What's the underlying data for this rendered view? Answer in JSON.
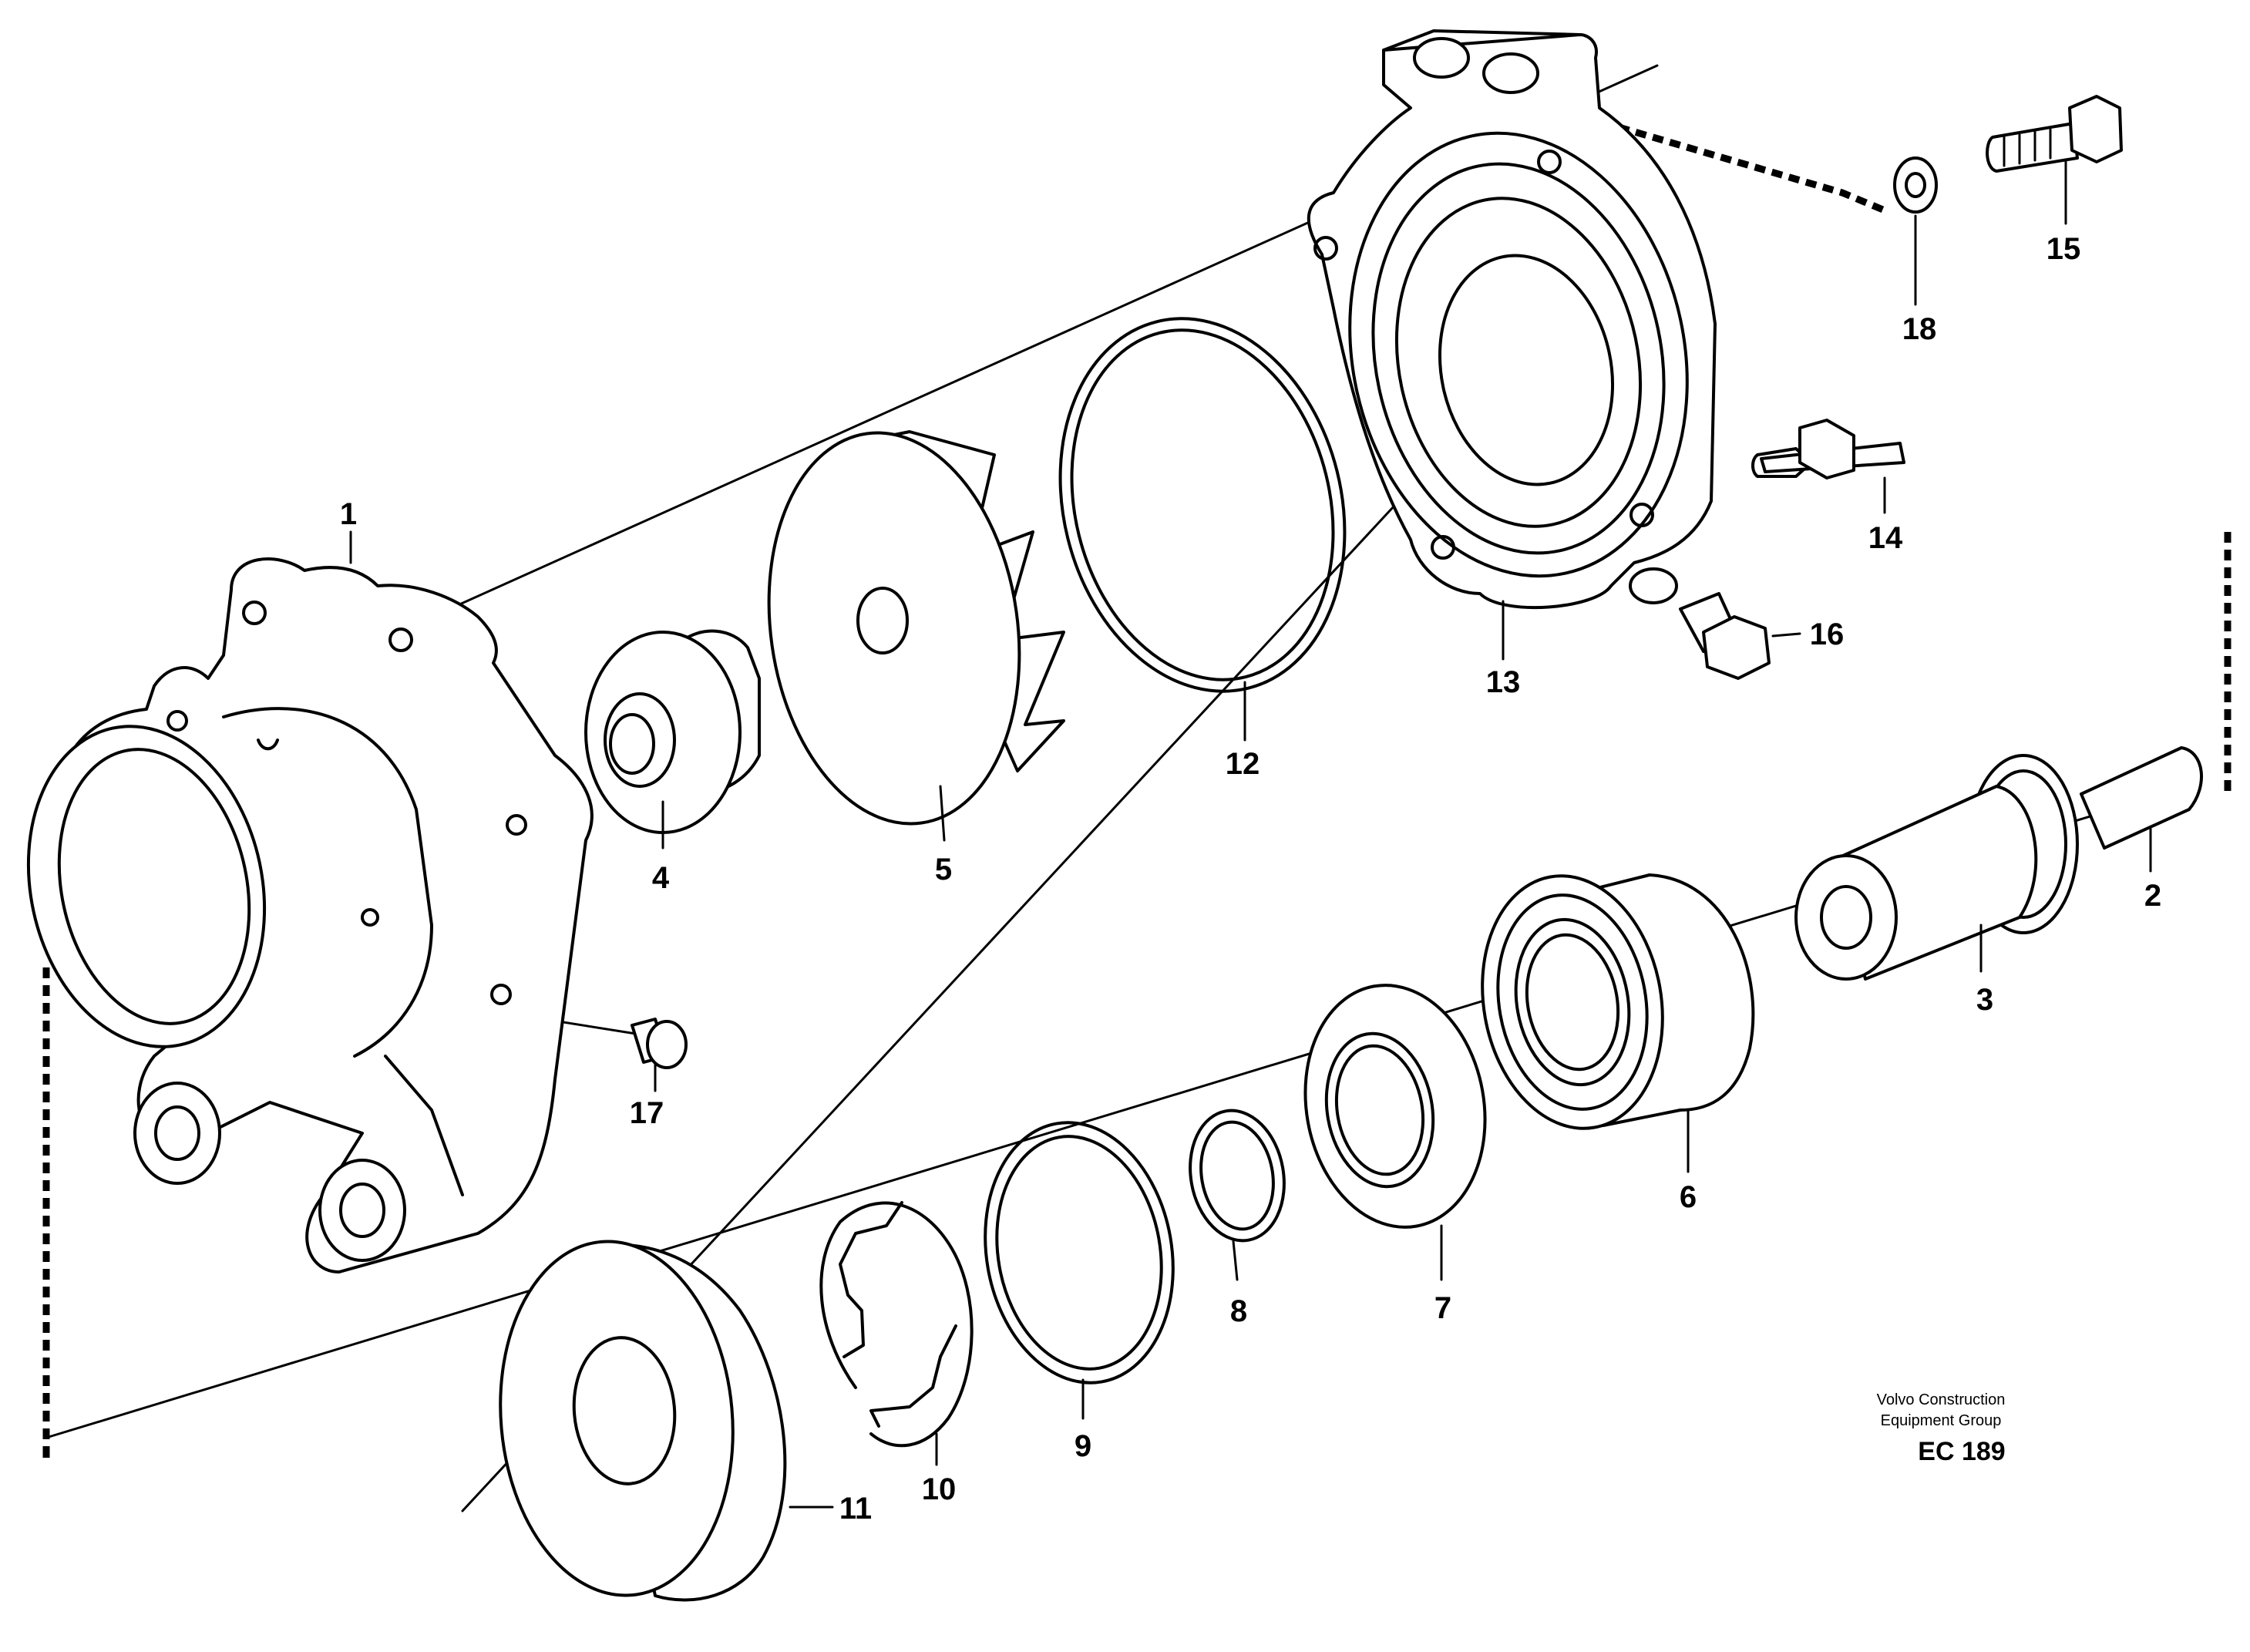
{
  "labels": {
    "p1": "1",
    "p2": "2",
    "p3": "3",
    "p4": "4",
    "p5": "5",
    "p6": "6",
    "p7": "7",
    "p8": "8",
    "p9": "9",
    "p10": "10",
    "p11": "11",
    "p12": "12",
    "p13": "13",
    "p14": "14",
    "p15": "15",
    "p16": "16",
    "p17": "17",
    "p18": "18"
  },
  "credit": {
    "line1": "Volvo Construction",
    "line2": "Equipment Group",
    "code": "EC 189"
  }
}
